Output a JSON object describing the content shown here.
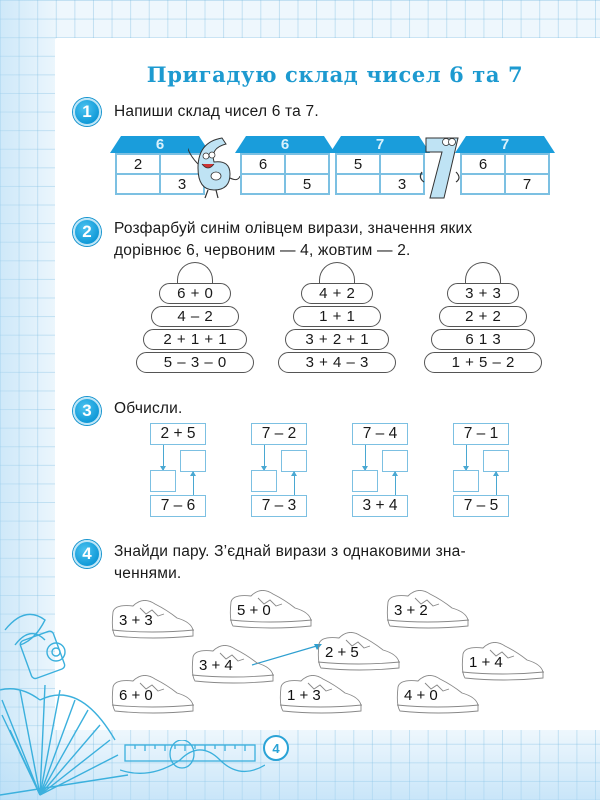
{
  "page": {
    "title": "Пригадую склад чисел 6 та 7",
    "page_number": "4",
    "colors": {
      "accent": "#1d9ad0",
      "roof": "#1a9ddb",
      "grid_line": "#7cc0e2",
      "badge": "#119ad8"
    }
  },
  "tasks": [
    {
      "number": "1",
      "text": "Напиши склад чисел 6 та 7.",
      "houses": [
        {
          "roof": "6",
          "cells": [
            "2",
            "",
            "",
            "3"
          ]
        },
        {
          "roof": "6",
          "cells": [
            "6",
            "",
            "",
            "5"
          ]
        },
        {
          "roof": "7",
          "cells": [
            "5",
            "",
            "",
            "3"
          ]
        },
        {
          "roof": "7",
          "cells": [
            "6",
            "",
            "",
            "7"
          ]
        }
      ],
      "characters": [
        "digit-six-mascot",
        "digit-seven-mascot"
      ]
    },
    {
      "number": "2",
      "text_line1": "Розфарбуй синім олівцем вирази, значення яких",
      "text_line2": "дорівнює 6, червоним — 4, жовтим — 2.",
      "pyramids": [
        {
          "rings": [
            "6 + 0",
            "4 – 2",
            "2 + 1 + 1",
            "5 – 3 – 0"
          ]
        },
        {
          "rings": [
            "4 + 2",
            "1 + 1",
            "3 + 2 + 1",
            "3 + 4 – 3"
          ]
        },
        {
          "rings": [
            "3 + 3",
            "2 + 2",
            "6   1   3",
            "1 + 5 – 2"
          ]
        }
      ]
    },
    {
      "number": "3",
      "text": "Обчисли.",
      "groups": [
        {
          "top": "2 + 5",
          "bottom": "7 – 6"
        },
        {
          "top": "7 – 2",
          "bottom": "7 – 3"
        },
        {
          "top": "7 – 4",
          "bottom": "3 + 4"
        },
        {
          "top": "7 – 1",
          "bottom": "7 – 5"
        }
      ]
    },
    {
      "number": "4",
      "text_line1": "Знайди пару. З’єднай вирази з однаковими зна-",
      "text_line2": "ченнями.",
      "sneakers": [
        "3 + 3",
        "5 + 0",
        "3 + 2",
        "3 + 4",
        "2 + 5",
        "1 + 4",
        "6 + 0",
        "1 + 3",
        "4 + 0"
      ],
      "connection": {
        "from": "3 + 4",
        "to": "2 + 5"
      }
    }
  ]
}
